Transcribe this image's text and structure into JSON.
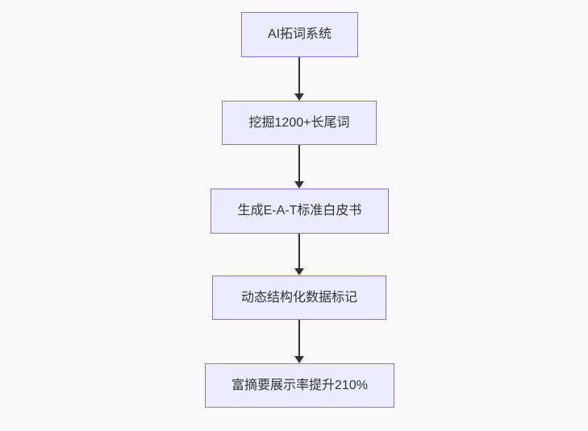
{
  "diagram": {
    "type": "flowchart",
    "direction": "top-down",
    "nodes": [
      {
        "id": "n1",
        "label": "AI拓词系统"
      },
      {
        "id": "n2",
        "label": "挖掘1200+长尾词"
      },
      {
        "id": "n3",
        "label": "生成E-A-T标准白皮书"
      },
      {
        "id": "n4",
        "label": "动态结构化数据标记"
      },
      {
        "id": "n5",
        "label": "富摘要展示率提升210%"
      }
    ],
    "edges": [
      {
        "from": "n1",
        "to": "n2",
        "label": ""
      },
      {
        "from": "n2",
        "to": "n3",
        "label": ""
      },
      {
        "from": "n3",
        "to": "n4",
        "label": ""
      },
      {
        "from": "n4",
        "to": "n5",
        "label": ""
      }
    ],
    "colors": {
      "background": "#fafafa",
      "node_fill": "#ececff",
      "node_border": "#9370db",
      "text": "#333333",
      "arrow": "#333333"
    }
  }
}
